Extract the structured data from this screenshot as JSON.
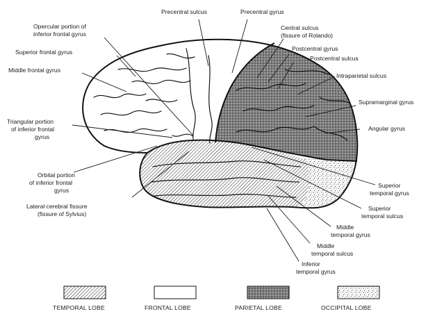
{
  "labels": {
    "precentral_sulcus": "Precentral sulcus",
    "precentral_gyrus": "Precentral gyrus",
    "opercular_1": "Opercular portion of",
    "opercular_2": "inferior frontal gyrus",
    "central_sulcus_1": "Central sulcus",
    "central_sulcus_2": "(fissure of Rolando)",
    "superior_frontal_gyrus": "Superior frontal gyrus",
    "postcentral_gyrus": "Postcentral gyrus",
    "postcentral_sulcus": "Postcentral sulcus",
    "middle_frontal_gyrus": "Middle frontal gyrus",
    "intraparietal_sulcus": "Intraparietal sulcus",
    "supramarginal_gyrus": "Supramarginal gyrus",
    "triangular_1": "Triangular portion",
    "triangular_2": "of inferior frontal",
    "triangular_3": "gyrus",
    "angular_gyrus": "Angular gyrus",
    "orbital_1": "Orbital portion",
    "orbital_2": "of inferior frontal",
    "orbital_3": "gyrus",
    "superior_temporal_gyrus_1": "Superior",
    "superior_temporal_gyrus_2": "temporal gyrus",
    "lateral_fissure_1": "Lateral cerebral fissure",
    "lateral_fissure_2": "(fissure of Sylvius)",
    "superior_temporal_sulcus_1": "Superior",
    "superior_temporal_sulcus_2": "temporal sulcus",
    "middle_temporal_gyrus_1": "Middle",
    "middle_temporal_gyrus_2": "temporal gyrus",
    "middle_temporal_sulcus_1": "Middle",
    "middle_temporal_sulcus_2": "temporal sulcus",
    "inferior_temporal_gyrus_1": "Inferior",
    "inferior_temporal_gyrus_2": "temporal gyrus"
  },
  "legend": {
    "temporal": "TEMPORAL LOBE",
    "frontal": "FRONTAL LOBE",
    "parietal": "PARIETAL LOBE",
    "occipital": "OCCIPITAL LOBE"
  },
  "colors": {
    "ink": "#1a1a1a",
    "parietal_fill": "#8a8a8a",
    "frontal_fill": "#ffffff"
  }
}
